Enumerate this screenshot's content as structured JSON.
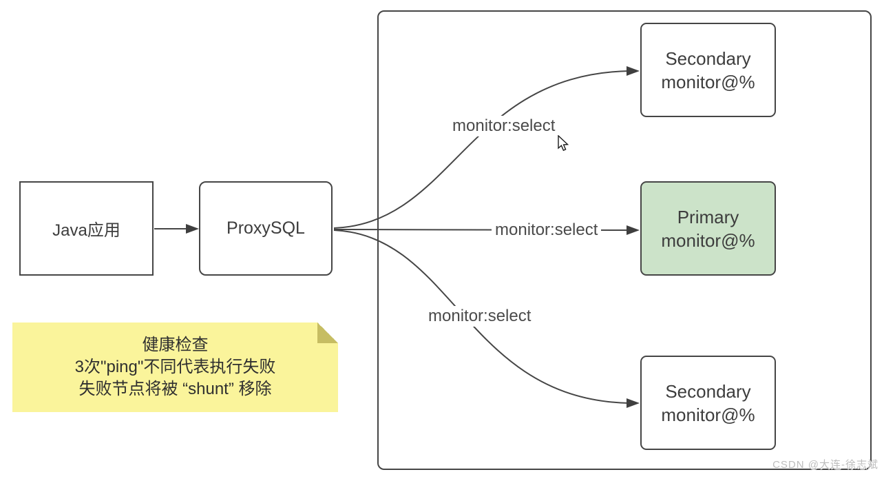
{
  "colors": {
    "primary_fill": "#cce3c9",
    "note_fill": "#faf49b",
    "note_fold": "#c6bd62",
    "line": "#454545"
  },
  "nodes": {
    "java": {
      "label": "Java应用"
    },
    "proxysql": {
      "label": "ProxySQL"
    },
    "db": [
      {
        "title": "Secondary",
        "subtitle": "monitor@%"
      },
      {
        "title": "Primary",
        "subtitle": "monitor@%"
      },
      {
        "title": "Secondary",
        "subtitle": "monitor@%"
      }
    ]
  },
  "edges": {
    "labels": [
      "monitor:select",
      "monitor:select",
      "monitor:select"
    ]
  },
  "note": {
    "line1": "健康检查",
    "line2": "3次\"ping\"不同代表执行失败",
    "line3": "失败节点将被 “shunt” 移除"
  },
  "watermark": "CSDN @大连-徐志斌"
}
